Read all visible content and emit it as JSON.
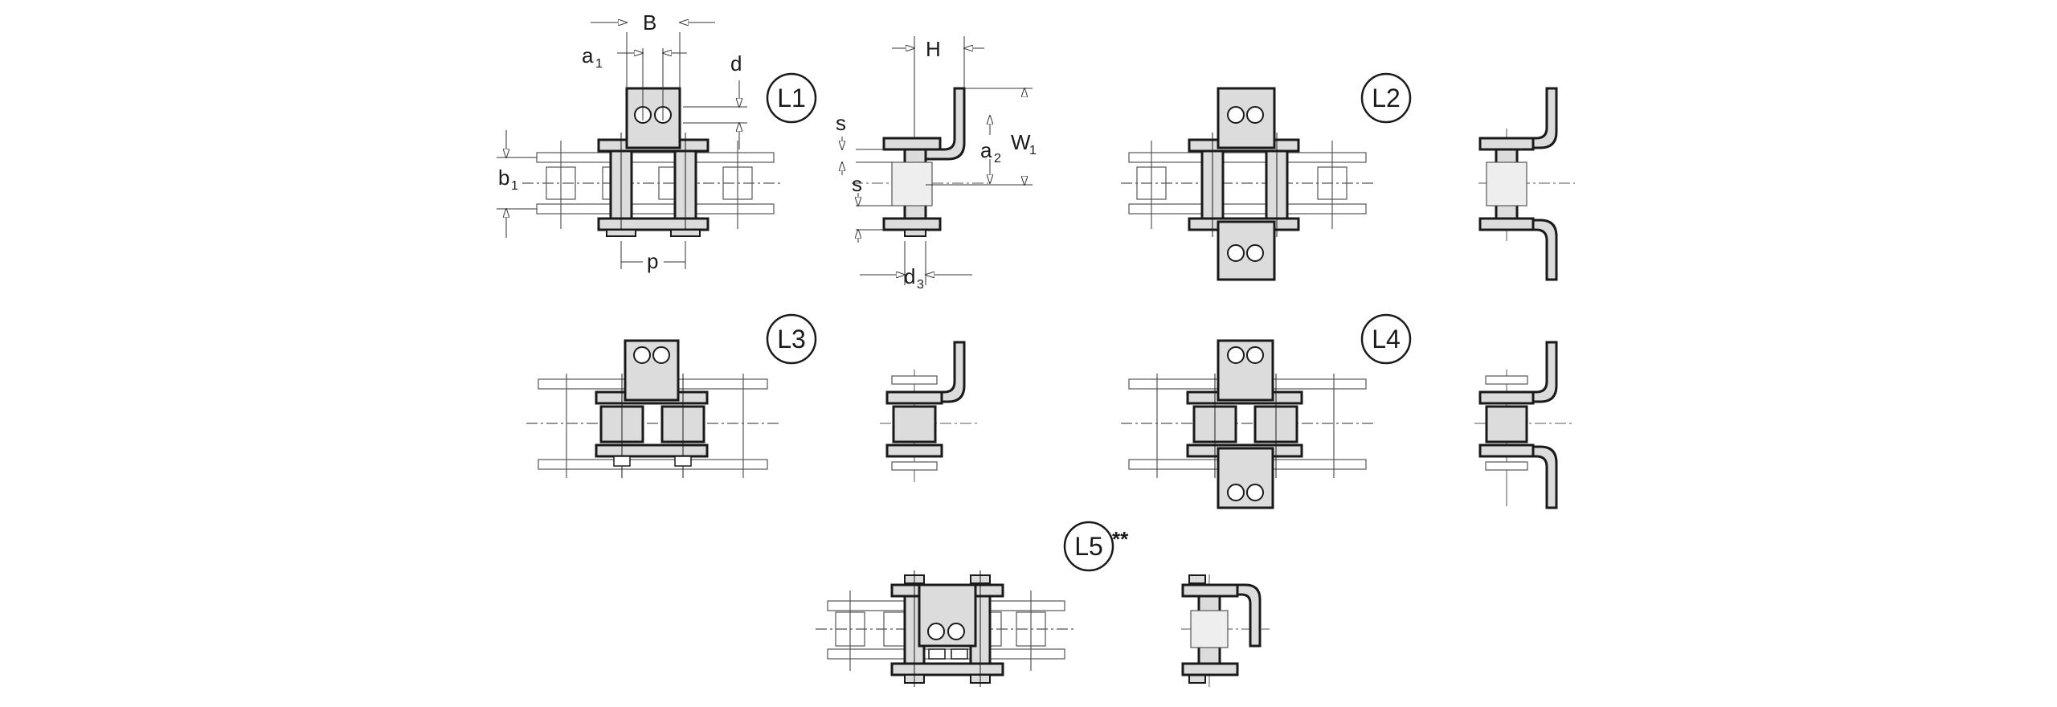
{
  "variants": {
    "L1": "L1",
    "L2": "L2",
    "L3": "L3",
    "L4": "L4",
    "L5": "L5",
    "L5_note": "**"
  },
  "dimensions": {
    "B": "B",
    "a1": "a",
    "a1_sub": "1",
    "d": "d",
    "b1": "b",
    "b1_sub": "1",
    "p": "p",
    "H": "H",
    "s_upper": "s",
    "s_lower": "s",
    "a2": "a",
    "a2_sub": "2",
    "W1": "W",
    "W1_sub": "1",
    "d3": "d",
    "d3_sub": "3"
  },
  "colors": {
    "line": "#1a1a1a",
    "thin": "#4d4d4d",
    "fill": "#dcdcdc"
  }
}
